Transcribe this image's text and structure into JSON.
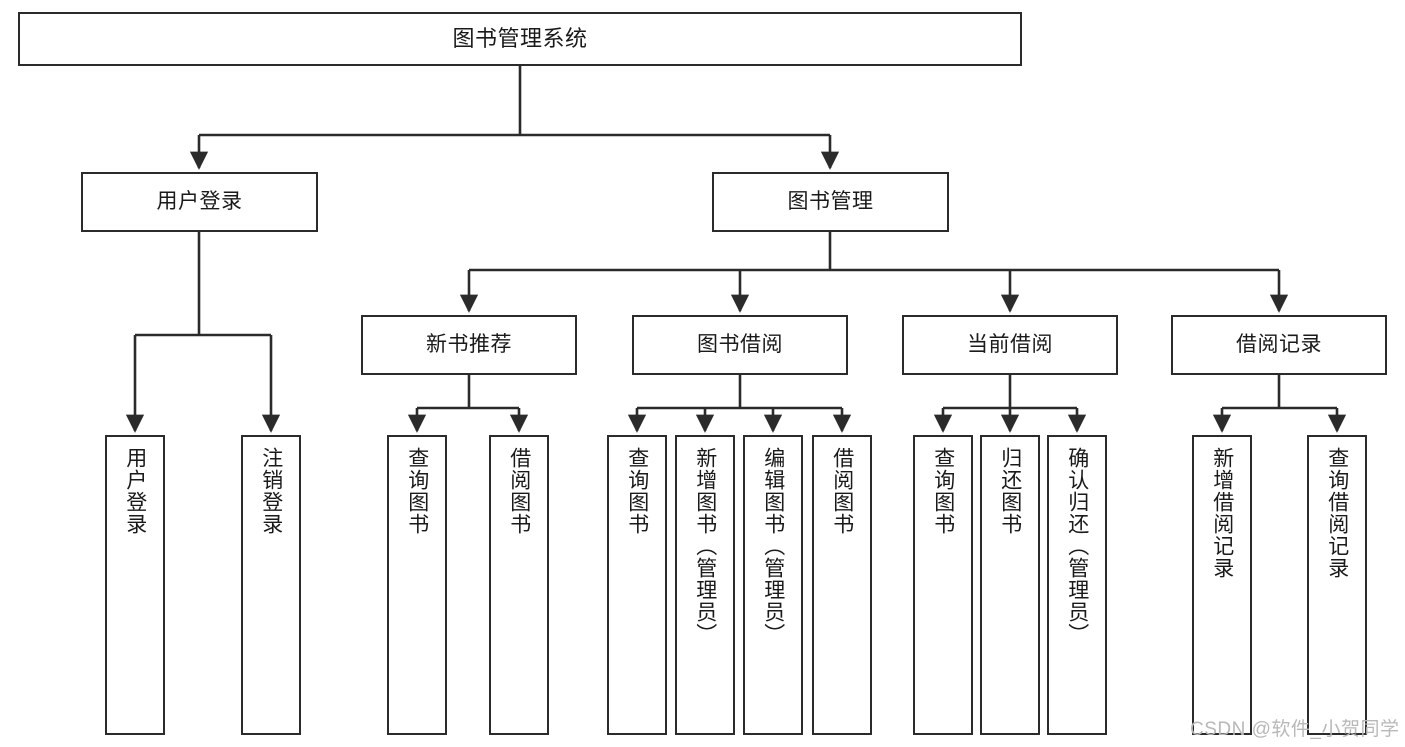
{
  "diagram": {
    "type": "tree-hierarchy",
    "title": "图书管理系统",
    "orientation": "top-down",
    "colors": {
      "background": "#ffffff",
      "box_border": "#2b2b2b",
      "box_fill": "#ffffff",
      "text": "#1a1a1a",
      "connector": "#2b2b2b",
      "watermark": "#b8b8b8"
    },
    "root": {
      "label": "图书管理系统"
    },
    "level2": [
      {
        "id": "user-login",
        "label": "用户登录"
      },
      {
        "id": "book-manage",
        "label": "图书管理"
      }
    ],
    "level3": [
      {
        "id": "new-book-recommend",
        "label": "新书推荐",
        "parent": "book-manage"
      },
      {
        "id": "book-borrow",
        "label": "图书借阅",
        "parent": "book-manage"
      },
      {
        "id": "current-borrow",
        "label": "当前借阅",
        "parent": "book-manage"
      },
      {
        "id": "borrow-record",
        "label": "借阅记录",
        "parent": "book-manage"
      }
    ],
    "leaves": [
      {
        "id": "leaf-user-login",
        "label": "用户登录",
        "parent": "user-login"
      },
      {
        "id": "leaf-user-logout",
        "label": "注销登录",
        "parent": "user-login"
      },
      {
        "id": "leaf-query-book-1",
        "label": "查询图书",
        "parent": "new-book-recommend"
      },
      {
        "id": "leaf-borrow-book-1",
        "label": "借阅图书",
        "parent": "new-book-recommend"
      },
      {
        "id": "leaf-query-book-2",
        "label": "查询图书",
        "parent": "book-borrow"
      },
      {
        "id": "leaf-add-book",
        "label": "新增图书（管理员）",
        "parent": "book-borrow"
      },
      {
        "id": "leaf-edit-book",
        "label": "编辑图书（管理员）",
        "parent": "book-borrow"
      },
      {
        "id": "leaf-borrow-book-2",
        "label": "借阅图书",
        "parent": "book-borrow"
      },
      {
        "id": "leaf-query-book-3",
        "label": "查询图书",
        "parent": "current-borrow"
      },
      {
        "id": "leaf-return-book",
        "label": "归还图书",
        "parent": "current-borrow"
      },
      {
        "id": "leaf-confirm-return",
        "label": "确认归还（管理员）",
        "parent": "current-borrow"
      },
      {
        "id": "leaf-add-record",
        "label": "新增借阅记录",
        "parent": "borrow-record"
      },
      {
        "id": "leaf-query-record",
        "label": "查询借阅记录",
        "parent": "borrow-record"
      }
    ],
    "watermark": {
      "text": "CSDN @软件_小贺同学"
    }
  }
}
